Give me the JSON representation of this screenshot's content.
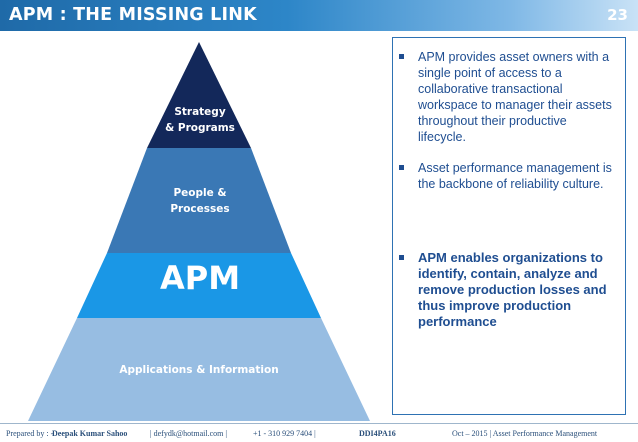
{
  "header": {
    "title": "APM : THE MISSING LINK",
    "page_number": "23"
  },
  "pyramid": {
    "layers": [
      {
        "line1": "Strategy",
        "line2": "& Programs",
        "color": "#13285a"
      },
      {
        "line1": "People &",
        "line2": "Processes",
        "color": "#3a78b5"
      },
      {
        "label": "APM",
        "color": "#1a97e6"
      },
      {
        "label": "Applications & Information",
        "color": "#97bde2"
      }
    ]
  },
  "textbox": {
    "bullets": [
      "APM provides asset owners with a single point of access to a collaborative transactional workspace to manager their assets throughout their productive lifecycle.",
      "Asset performance management is the backbone of reliability culture.",
      "APM enables organizations to identify, contain, analyze and remove production losses and thus improve production performance"
    ]
  },
  "footer": {
    "prefix": "Prepared by : -",
    "author": "Deepak Kumar Sahoo",
    "email": "| defydk@hotmail.com |",
    "phone": "+1 - 310 929 7404 |",
    "code": "DDI4PA16",
    "date_topic": "Oct – 2015 | Asset Performance Management"
  },
  "colors": {
    "header_blue": "#1f6aa8",
    "text_blue": "#1f4e91",
    "border_blue": "#2e72b3"
  }
}
